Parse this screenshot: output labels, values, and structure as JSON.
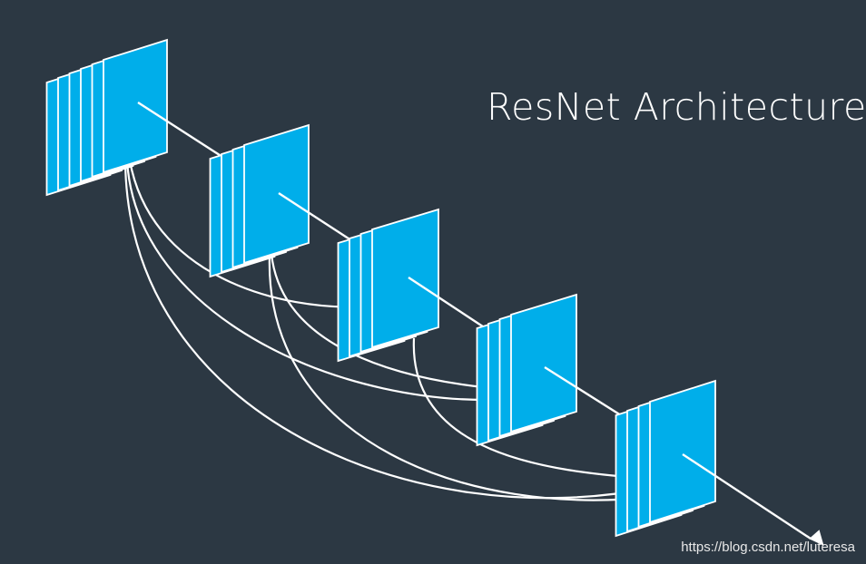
{
  "title": "ResNet Architecture",
  "watermark": "https://blog.csdn.net/luteresa",
  "colors": {
    "background": "#2c3843",
    "layer": "#00aeea",
    "line": "#ffffff"
  },
  "layers": [
    {
      "sheets": 6
    },
    {
      "sheets": 4
    },
    {
      "sheets": 4
    },
    {
      "sheets": 4
    },
    {
      "sheets": 4
    }
  ],
  "skip_connections": [
    {
      "from": 0,
      "to": 2
    },
    {
      "from": 0,
      "to": 3
    },
    {
      "from": 0,
      "to": 4
    },
    {
      "from": 1,
      "to": 3
    },
    {
      "from": 1,
      "to": 4
    },
    {
      "from": 2,
      "to": 4
    }
  ]
}
